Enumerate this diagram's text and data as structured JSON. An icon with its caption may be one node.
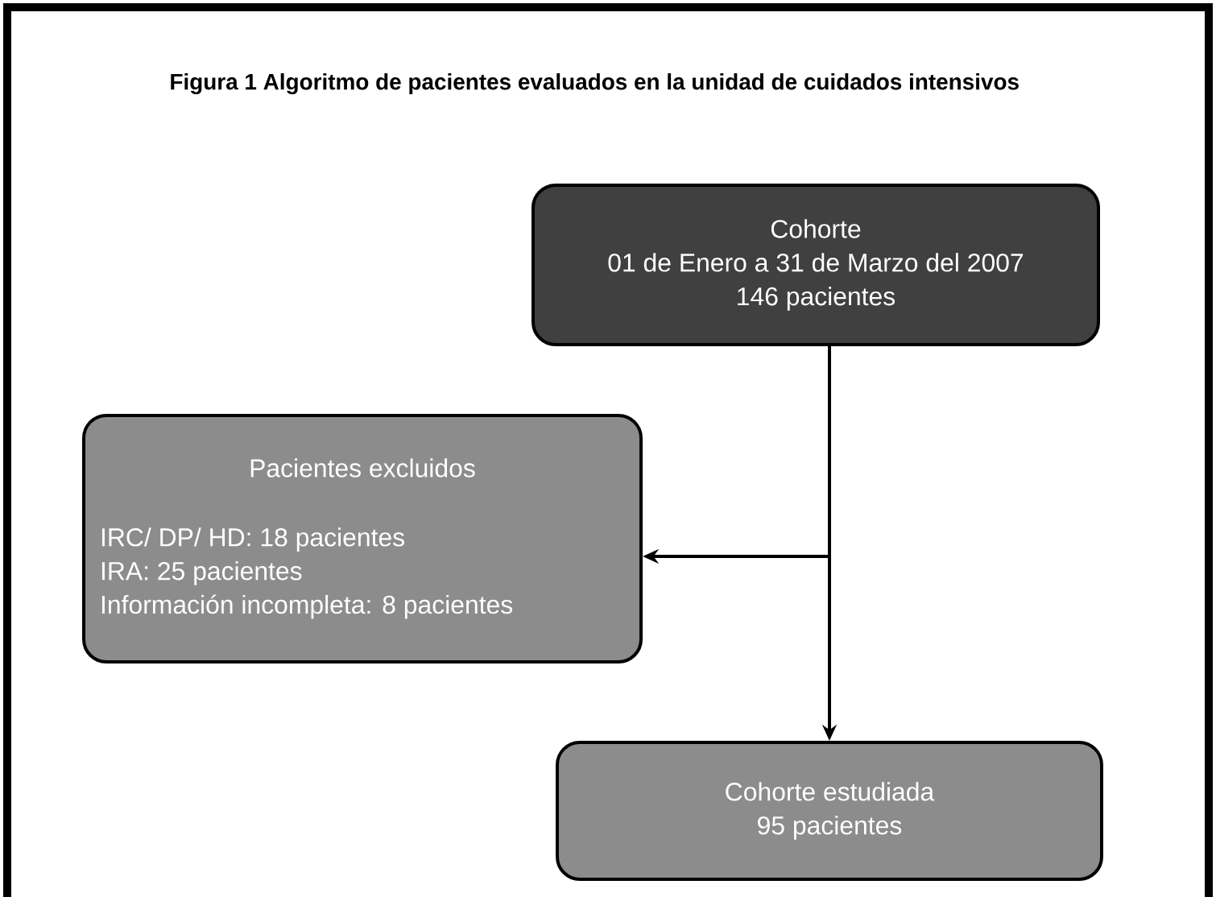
{
  "diagram": {
    "title": "Figura 1 Algoritmo de pacientes evaluados en la unidad de cuidados intensivos",
    "nodes": [
      {
        "text": [
          "Cohorte",
          "01 de Enero a 31 de Marzo del 2007",
          "146 pacientes"
        ]
      },
      {
        "text": [
          "Pacientes excluidos",
          "IRC/ DP/ HD: 18 pacientes",
          "IRA: 25 pacientes",
          "Información incompleta: 8 pacientes"
        ]
      },
      {
        "text": [
          "Cohorte estudiada",
          "95 pacientes"
        ]
      }
    ],
    "edges": [
      {
        "from": 0,
        "to": 2,
        "arrow": "to"
      },
      {
        "from": 0,
        "to": 1,
        "arrow": "to"
      }
    ]
  }
}
